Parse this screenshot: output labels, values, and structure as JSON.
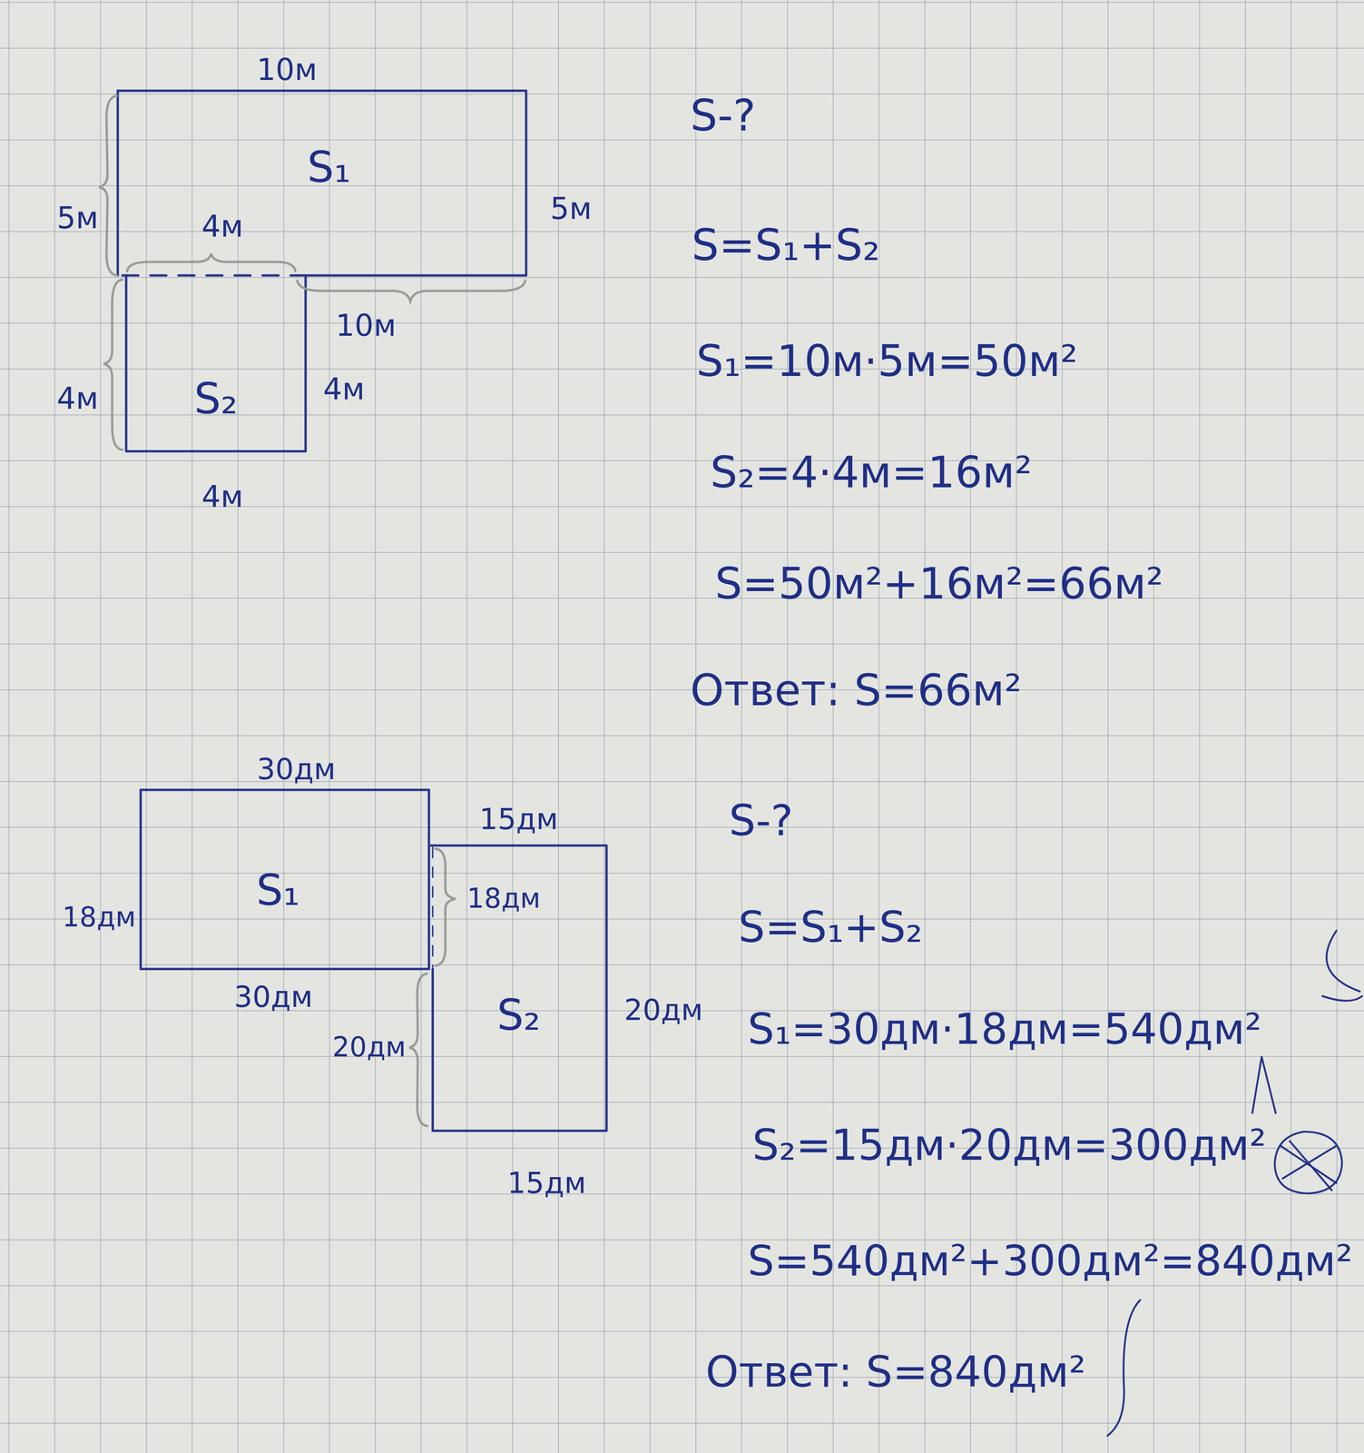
{
  "diagram": {
    "nodes": [
      {
        "text": [
          "S₁"
        ]
      },
      {
        "text": [
          "S₂"
        ]
      },
      {
        "text": [
          "S₁"
        ]
      },
      {
        "text": [
          "S₂"
        ]
      }
    ],
    "labels": [
      "10м",
      "5м",
      "5м",
      "4м",
      "10м",
      "4м",
      "4м",
      "4м",
      "S-?",
      "S=S₁+S₂",
      "S₁=10м·5м=50м²",
      "S₂=4·4м=16м²",
      "S=50м²+16м²=66м²",
      "Ответ: S=66м²",
      "30дм",
      "15дм",
      "18дм",
      "18дм",
      "30дм",
      "20дм",
      "20дм",
      "15дм",
      "S-?",
      "S=S₁+S₂",
      "S₁=30дм·18дм=540дм²",
      "S₂=15дм·20дм=300дм²",
      "S=540дм²+300дм²=840дм²",
      "Ответ: S=840дм²"
    ]
  }
}
